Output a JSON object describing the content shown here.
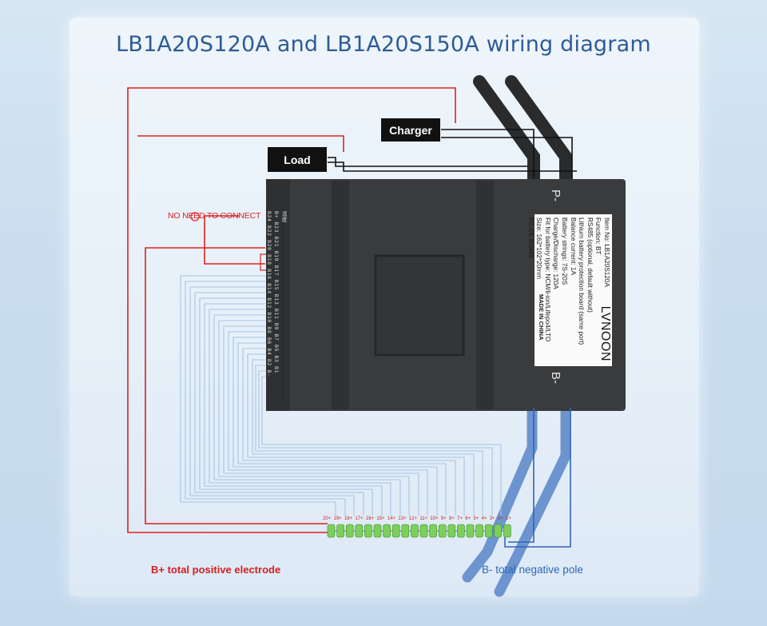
{
  "title": "LB1A20S120A and LB1A20S150A wiring diagram",
  "boxes": {
    "charger": "Charger",
    "load": "Load"
  },
  "ntc_note": "NO NEED TO CONNECT",
  "terminals": {
    "p_minus": "P-",
    "b_minus": "B-"
  },
  "connector_pins": {
    "row1": "B+ B23 B21 B19 B17 B15 B13 B11 B9 B7 B5 B3 B1",
    "row2": "B24 B22 B20 B18 B16 B14 B12 B10 B8 B6 B4 B2 B-",
    "header": "温度"
  },
  "board_label": {
    "brand": "LVNOON",
    "lines": [
      "Item No: LB1A20S120A",
      "Function: BT",
      "RS485 (optional, default without)",
      "Lithium battery protection board (same port)",
      "Balance current: 1A",
      "Battery strings: 7S-20S",
      "Charge/Discharge: 120A",
      "Fit for battery type: NCM/li-ion/Lifepo4/LTO",
      "Size: 162*102*20mm",
      "FC CE ROHS"
    ],
    "made_in": "MADE IN CHINA"
  },
  "cell_numbers": [
    "20+",
    "19+",
    "18+",
    "17+",
    "16+",
    "15+",
    "14+",
    "13+",
    "12+",
    "11+",
    "10+",
    "9+",
    "8+",
    "7+",
    "6+",
    "5+",
    "4+",
    "3+",
    "2+",
    "1+"
  ],
  "legend": {
    "positive": "B+ total positive electrode",
    "negative": "B- total negative pole"
  },
  "colors": {
    "title": "#2e5b96",
    "positive_wire": "#e02020",
    "negative_wire": "#2f66b5",
    "balance_wire": "#a8c4e6",
    "cell": "#7ccf5c",
    "board": "#3a3b3d"
  }
}
